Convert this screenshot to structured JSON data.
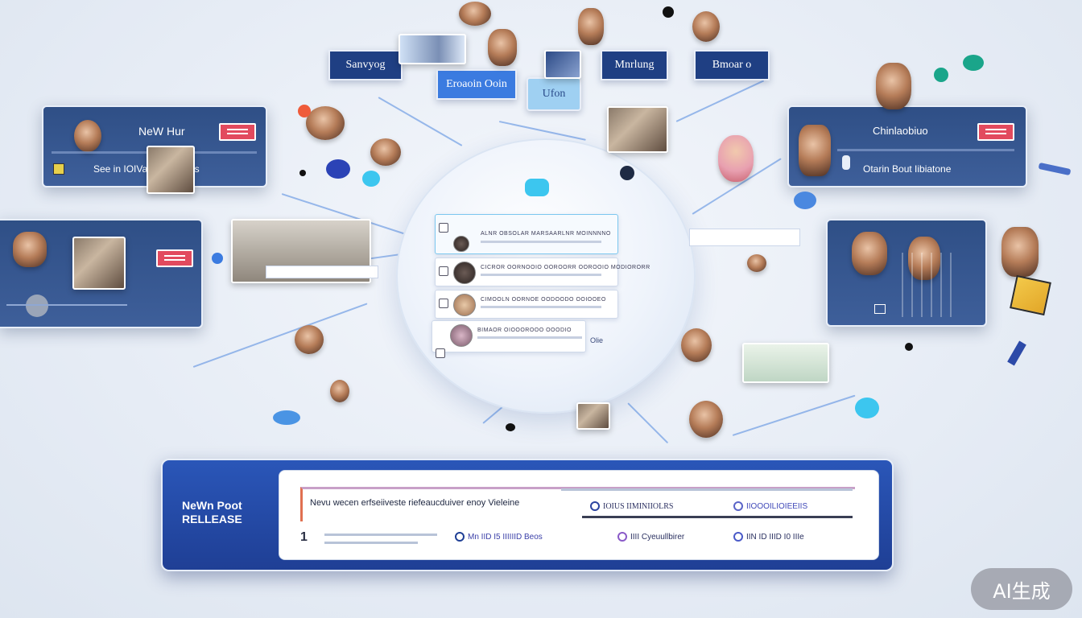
{
  "top_tags": {
    "surveys": "Sanvyog",
    "broadcast": "Eroaoin Ooin",
    "mentor": "Mnrlung",
    "bmar": "Bmoar o",
    "ufon": "Ufon"
  },
  "left_card_1": {
    "title": "NeW Hur",
    "subtitle": "See in IOIVaaru Wueaes"
  },
  "right_card_1": {
    "title": "Chinlaobiuo",
    "subtitle": "Otarin Bout Iibiatone"
  },
  "center_feed": {
    "rows": [
      {
        "text": "ALNR OBSOLAR MARSAARLNR MOINNNNO"
      },
      {
        "text": "CICROR OORNOOIO OOROORR OOROOIO MODIORORR"
      },
      {
        "text": "CIMOOLN OORNOE OODOODO OOIOOEO"
      },
      {
        "text": "BIMAOR OIOOOROOO OOODIO"
      }
    ],
    "side_label": "Olie"
  },
  "press_release": {
    "label_line1": "NeWn Poot",
    "label_line2": "RELLEASE",
    "headline": "Nevu wecen erfseiiveste riefeaucduiver enoy Vieleine",
    "number": "1",
    "items_top": [
      {
        "text": "IOIUS IIMINIIOLRS"
      },
      {
        "text": "IIOOOILIOIEEIIS"
      }
    ],
    "items_bottom": [
      {
        "text": "Mn IID I5 IIIIIID Beos"
      },
      {
        "text": "IIII Cyeuullbirer"
      },
      {
        "text": "IIN ID IIID I0 IIIe"
      }
    ]
  },
  "watermark": "AI生成",
  "colors": {
    "panel_blue": "#2f4f86",
    "tag_navy": "#1f3f83",
    "accent_blue": "#4f86de",
    "cyan": "#3cc6ef",
    "alert_red": "#e24a5e",
    "teal_dot": "#1aa58a"
  }
}
